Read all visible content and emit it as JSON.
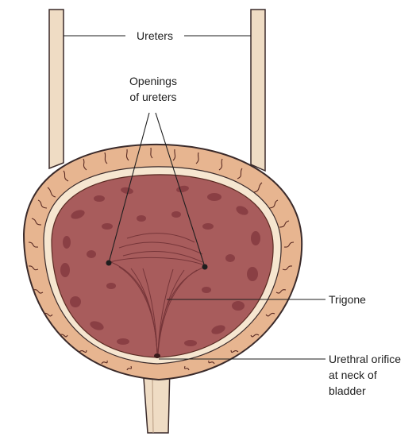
{
  "labels": {
    "ureters": "Ureters",
    "openings_line1": "Openings",
    "openings_line2": "of ureters",
    "trigone": "Trigone",
    "urethral_line1": "Urethral orifice",
    "urethral_line2": "at neck of",
    "urethral_line3": "bladder"
  },
  "colors": {
    "tube_fill": "#efdcc4",
    "outline": "#3a2a2a",
    "wall": "#e7b590",
    "wall_veins": "#5a2a22",
    "mucosa_rim": "#f6e6d0",
    "lumen": "#a85c5c",
    "lumen_spots": "#8a3f44",
    "leader": "#1e1e1e"
  }
}
